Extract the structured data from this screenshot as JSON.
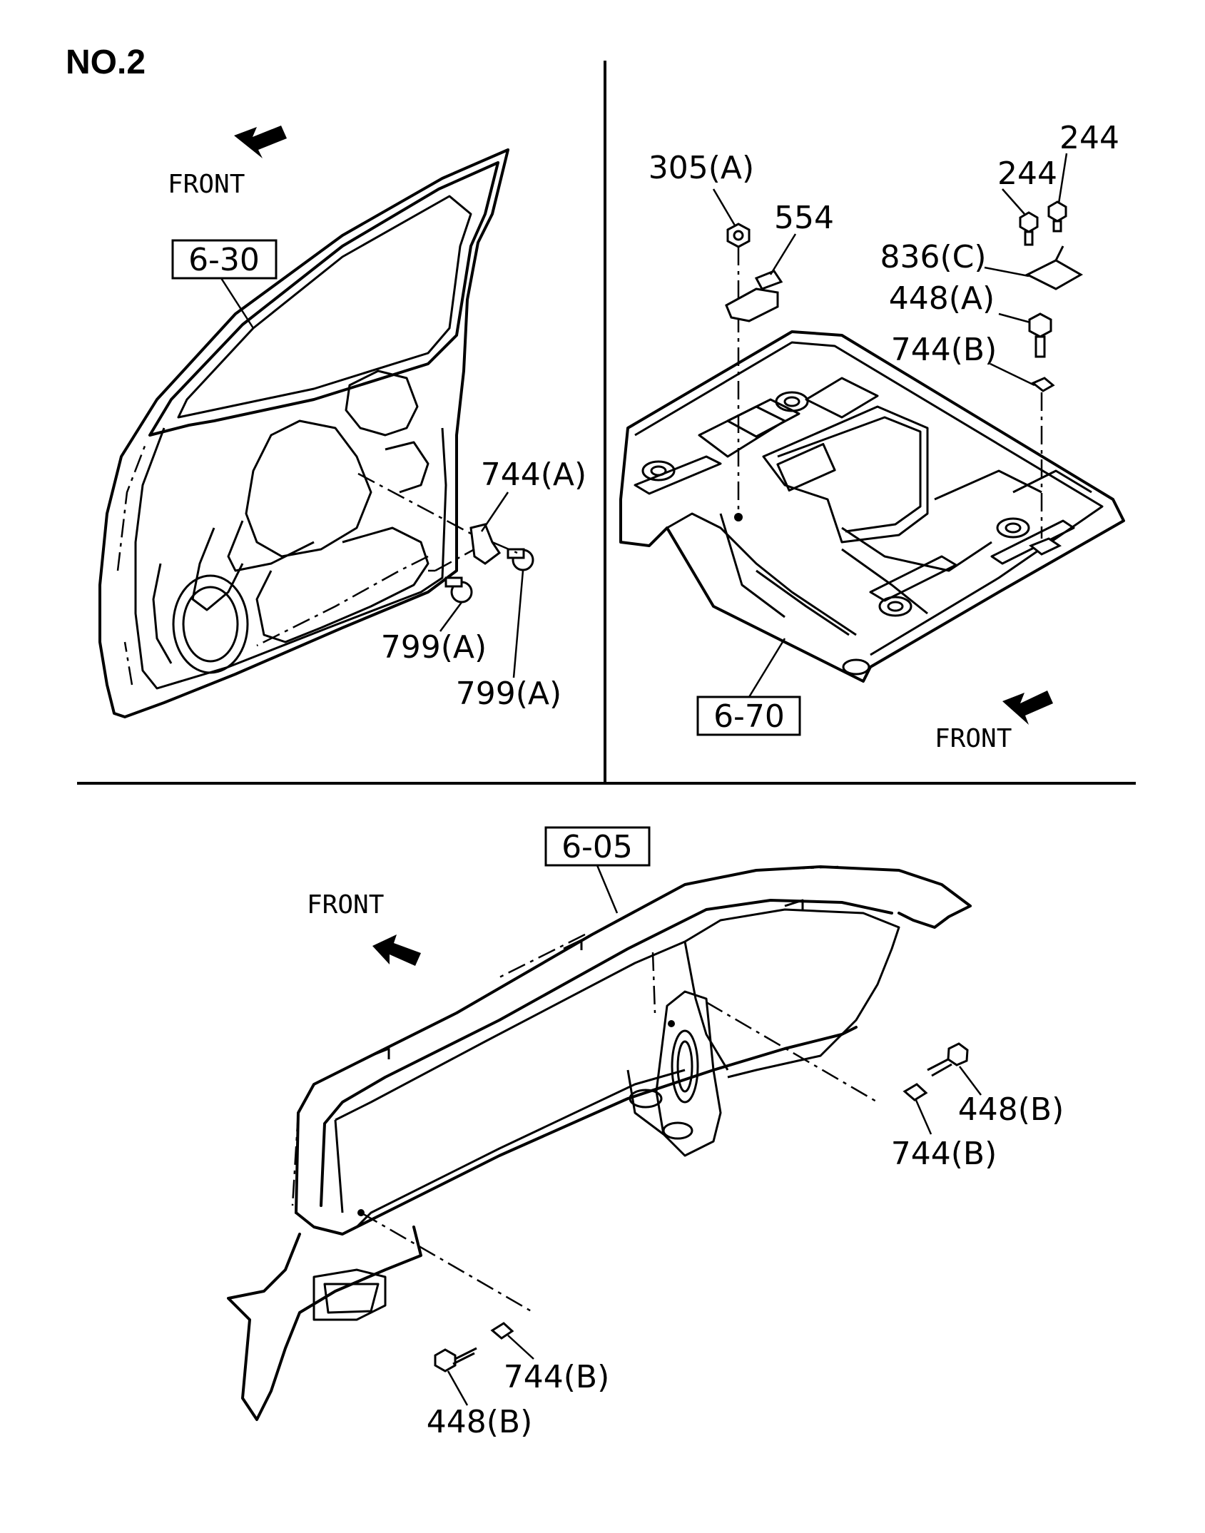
{
  "title": "NO.2",
  "door_panel": {
    "ref": "6-30",
    "front_label": "FRONT",
    "parts": {
      "clip": "744(A)",
      "bolt_1": "799(A)",
      "bolt_2": "799(A)"
    }
  },
  "floor_panel": {
    "ref": "6-70",
    "front_label": "FRONT",
    "parts": {
      "nut": "305(A)",
      "bracket": "554",
      "bolt_a": "244",
      "bolt_b": "244",
      "plate": "836(C)",
      "bolt": "448(A)",
      "clip": "744(B)"
    }
  },
  "body_side": {
    "ref": "6-05",
    "front_label": "FRONT",
    "parts": {
      "rear_bolt": "448(B)",
      "rear_clip": "744(B)",
      "front_clip": "744(B)",
      "front_bolt": "448(B)"
    }
  }
}
